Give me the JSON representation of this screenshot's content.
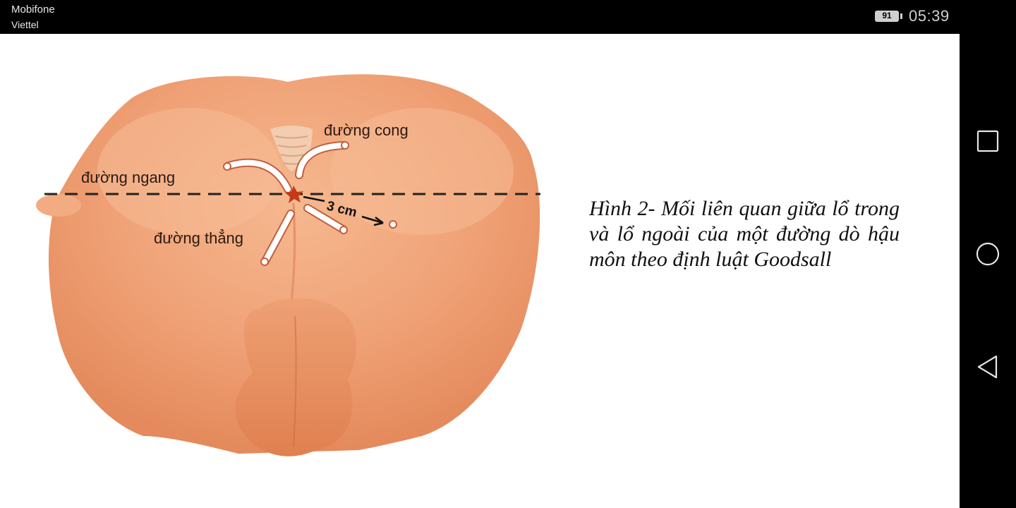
{
  "status_bar": {
    "carrier_1": "Mobifone",
    "carrier_2": "Viettel",
    "battery_level": "91",
    "time": "05:39"
  },
  "figure": {
    "labels": {
      "curved": "đường cong",
      "horizontal": "đường ngang",
      "straight": "đường thẳng",
      "distance": "3 cm"
    },
    "colors": {
      "skin": "#f0a277",
      "skin_dark": "#e0865a",
      "tract_outline": "#c0603f"
    }
  },
  "caption": "Hình 2- Mối liên quan giữa lổ trong và lổ ngoài của một đường dò hậu môn theo định luật Goodsall",
  "nav_bar": {
    "icons": [
      "recent-apps-icon",
      "home-icon",
      "back-icon"
    ]
  }
}
